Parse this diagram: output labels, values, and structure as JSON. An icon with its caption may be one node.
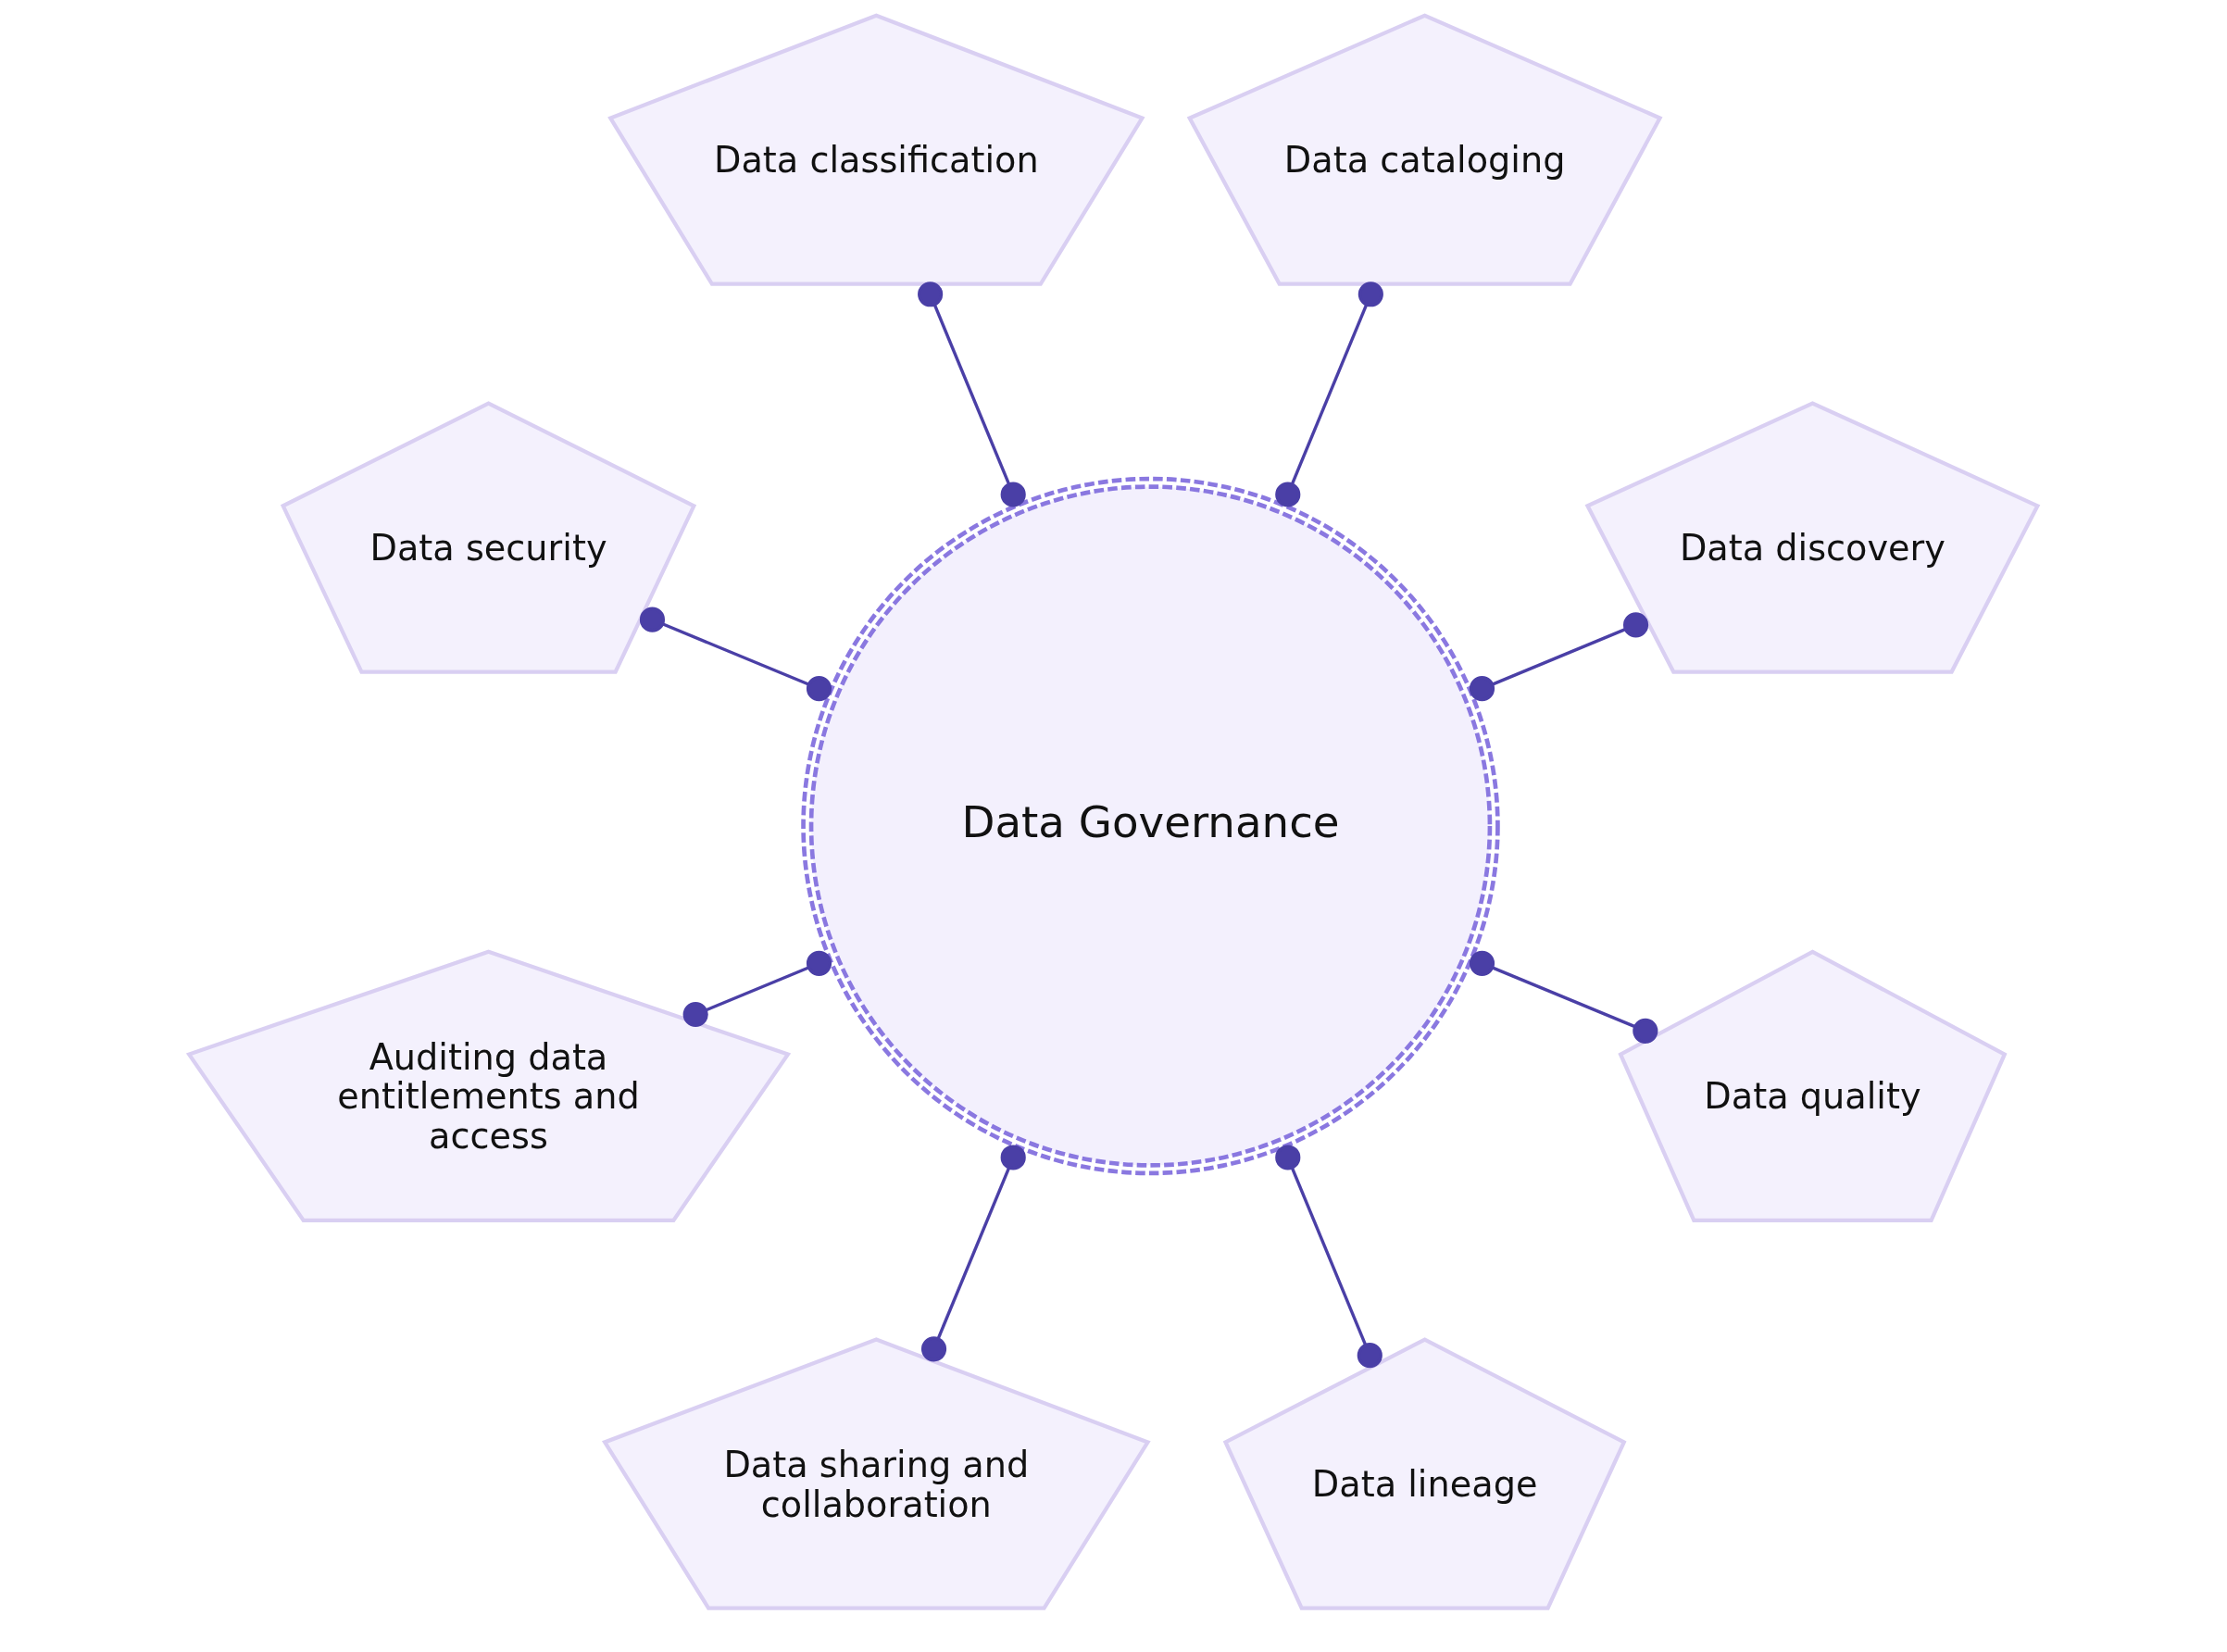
{
  "diagram": {
    "nodes": [
      {
        "text": [
          "Data Governance"
        ]
      },
      {
        "text": [
          "Data quality"
        ]
      },
      {
        "text": [
          "Data lineage"
        ]
      },
      {
        "text": [
          "Data sharing and collaboration"
        ]
      },
      {
        "text": [
          "Auditing data entitlements and access"
        ]
      },
      {
        "text": [
          "Data security"
        ]
      },
      {
        "text": [
          "Data classification"
        ]
      },
      {
        "text": [
          "Data cataloging"
        ]
      },
      {
        "text": [
          "Data discovery"
        ]
      }
    ],
    "edges": [
      {
        "from": 0,
        "to": 1,
        "arrow": "other"
      },
      {
        "from": 0,
        "to": 2,
        "arrow": "other"
      },
      {
        "from": 0,
        "to": 3,
        "arrow": "other"
      },
      {
        "from": 0,
        "to": 4,
        "arrow": "other"
      },
      {
        "from": 0,
        "to": 5,
        "arrow": "other"
      },
      {
        "from": 0,
        "to": 6,
        "arrow": "other"
      },
      {
        "from": 0,
        "to": 7,
        "arrow": "other"
      },
      {
        "from": 0,
        "to": 8,
        "arrow": "other"
      }
    ]
  }
}
